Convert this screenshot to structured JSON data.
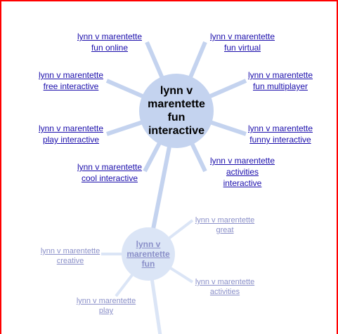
{
  "colors": {
    "border": "#ff0000",
    "spoke_main": "#c4d3ef",
    "spoke_sub": "#dbe5f6",
    "link_main": "#1a0dab",
    "link_sub": "#8a8fc8"
  },
  "hub_main": {
    "lines": [
      "lynn v",
      "marentette",
      "fun",
      "interactive"
    ]
  },
  "hub_sub": {
    "lines": [
      "lynn v",
      "marentette",
      "fun"
    ]
  },
  "links_main": [
    {
      "lines": [
        "lynn v marentette",
        "fun online"
      ]
    },
    {
      "lines": [
        "lynn v marentette",
        "fun virtual"
      ]
    },
    {
      "lines": [
        "lynn v marentette",
        "free interactive"
      ]
    },
    {
      "lines": [
        "lynn v marentette",
        "fun multiplayer"
      ]
    },
    {
      "lines": [
        "lynn v marentette",
        "play interactive"
      ]
    },
    {
      "lines": [
        "lynn v marentette",
        "funny interactive"
      ]
    },
    {
      "lines": [
        "lynn v marentette",
        "cool interactive"
      ]
    },
    {
      "lines": [
        "lynn v marentette",
        "activities",
        "interactive"
      ]
    }
  ],
  "links_sub": [
    {
      "lines": [
        "lynn v marentette",
        "great"
      ]
    },
    {
      "lines": [
        "lynn v marentette",
        "creative"
      ]
    },
    {
      "lines": [
        "lynn v marentette",
        "activities"
      ]
    },
    {
      "lines": [
        "lynn v marentette",
        "play"
      ]
    }
  ]
}
